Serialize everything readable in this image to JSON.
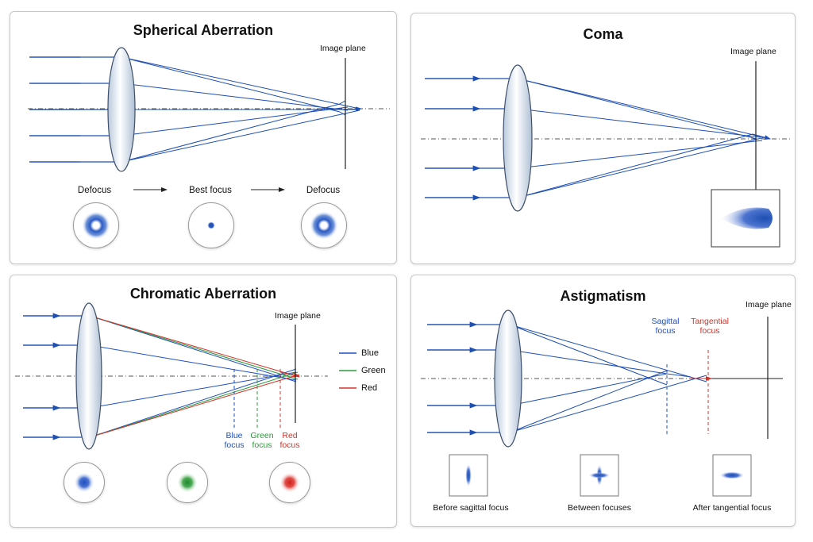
{
  "colors": {
    "ray": "#1e4fb3",
    "blue": "#1f4fc0",
    "green": "#2a9a3a",
    "red": "#d0342c",
    "axis": "#555555",
    "lens_edge": "#3d4f6a"
  },
  "spherical": {
    "title": "Spherical Aberration",
    "image_plane": "Image plane",
    "sequence": [
      "Defocus",
      "Best focus",
      "Defocus"
    ]
  },
  "coma": {
    "title": "Coma",
    "image_plane": "Image plane"
  },
  "chromatic": {
    "title": "Chromatic Aberration",
    "image_plane": "Image plane",
    "legend": [
      "Blue",
      "Green",
      "Red"
    ],
    "focus_labels": [
      {
        "line1": "Blue",
        "line2": "focus"
      },
      {
        "line1": "Green",
        "line2": "focus"
      },
      {
        "line1": "Red",
        "line2": "focus"
      }
    ]
  },
  "astigmatism": {
    "title": "Astigmatism",
    "image_plane": "Image plane",
    "sagittal": {
      "line1": "Sagittal",
      "line2": "focus"
    },
    "tangential": {
      "line1": "Tangential",
      "line2": "focus"
    },
    "spot_captions": [
      "Before sagittal focus",
      "Between focuses",
      "After tangential focus"
    ]
  }
}
